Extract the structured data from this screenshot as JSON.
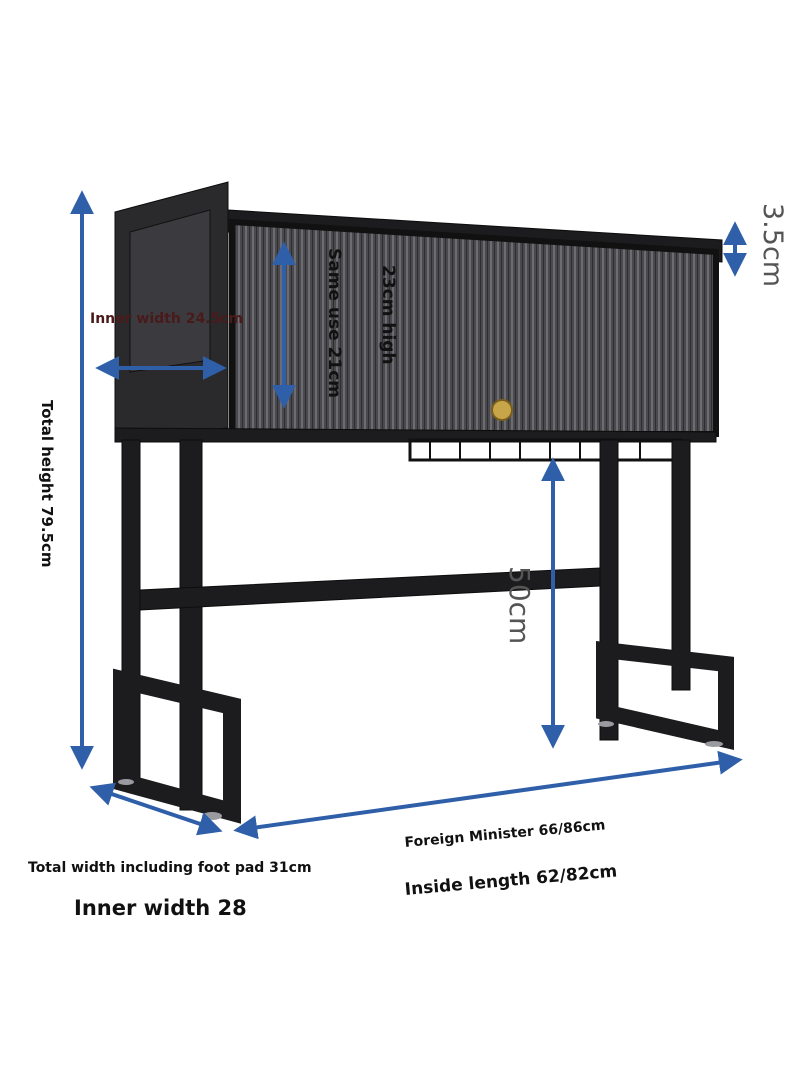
{
  "labels": {
    "inner_width_top": "Inner width 24.5cm",
    "height_23": "23cm high",
    "same_use": "Same use 21cm",
    "height_35": "3.5cm",
    "total_height": "Total height 79.5cm",
    "height_50": "50cm",
    "total_width": "Total width including foot pad 31cm",
    "inner_width_bottom": "Inner width 28",
    "foreign": "Foreign Minister 66/86cm",
    "inside_length": "Inside length 62/82cm"
  },
  "colors": {
    "arrow": "#2f5fa8",
    "frame": "#1c1c1e",
    "panel": "#3a3a3d",
    "knob": "#c9a54a"
  }
}
